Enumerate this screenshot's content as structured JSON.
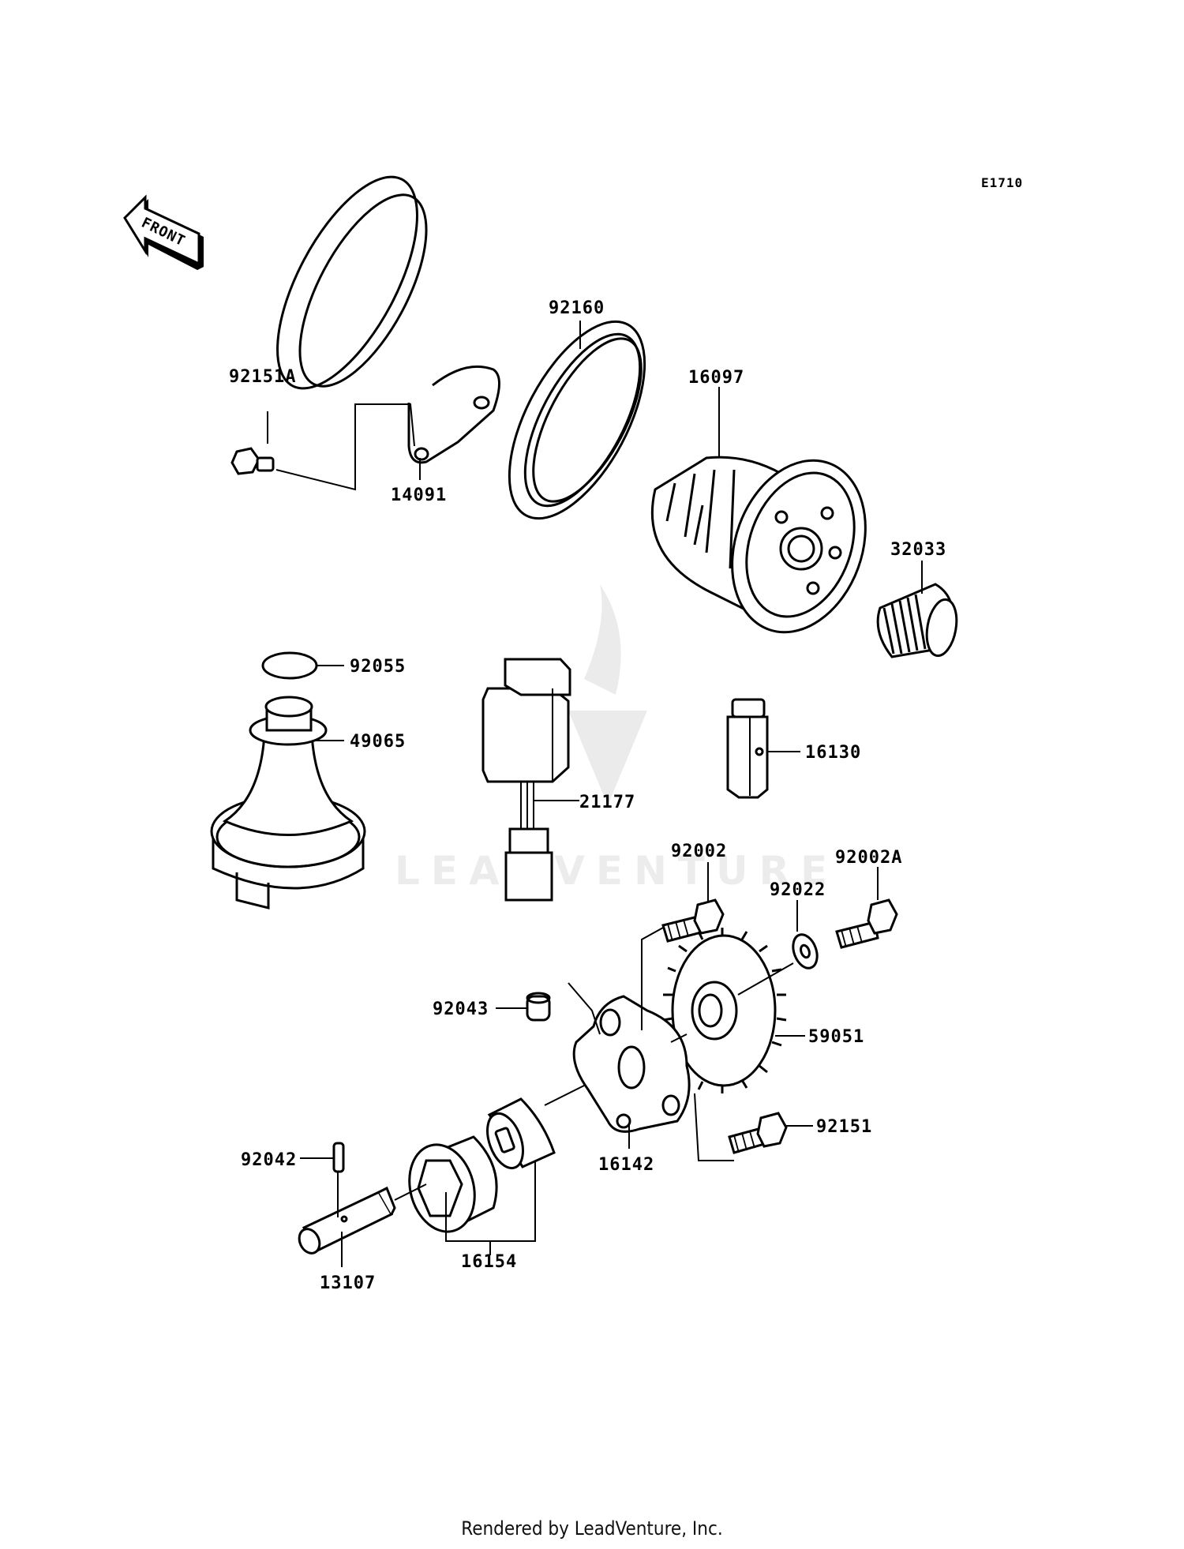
{
  "diagram_code": "E1710",
  "front_arrow_text": "FRONT",
  "watermark": "LEADVENTURE",
  "footer": "Rendered by LeadVenture, Inc.",
  "parts": [
    "92151A",
    "14091",
    "92160",
    "16097",
    "32033",
    "92055",
    "49065",
    "21177",
    "16130",
    "92002",
    "92022",
    "92002A",
    "92043",
    "59051",
    "92151",
    "16142",
    "92042",
    "16154",
    "13107"
  ]
}
